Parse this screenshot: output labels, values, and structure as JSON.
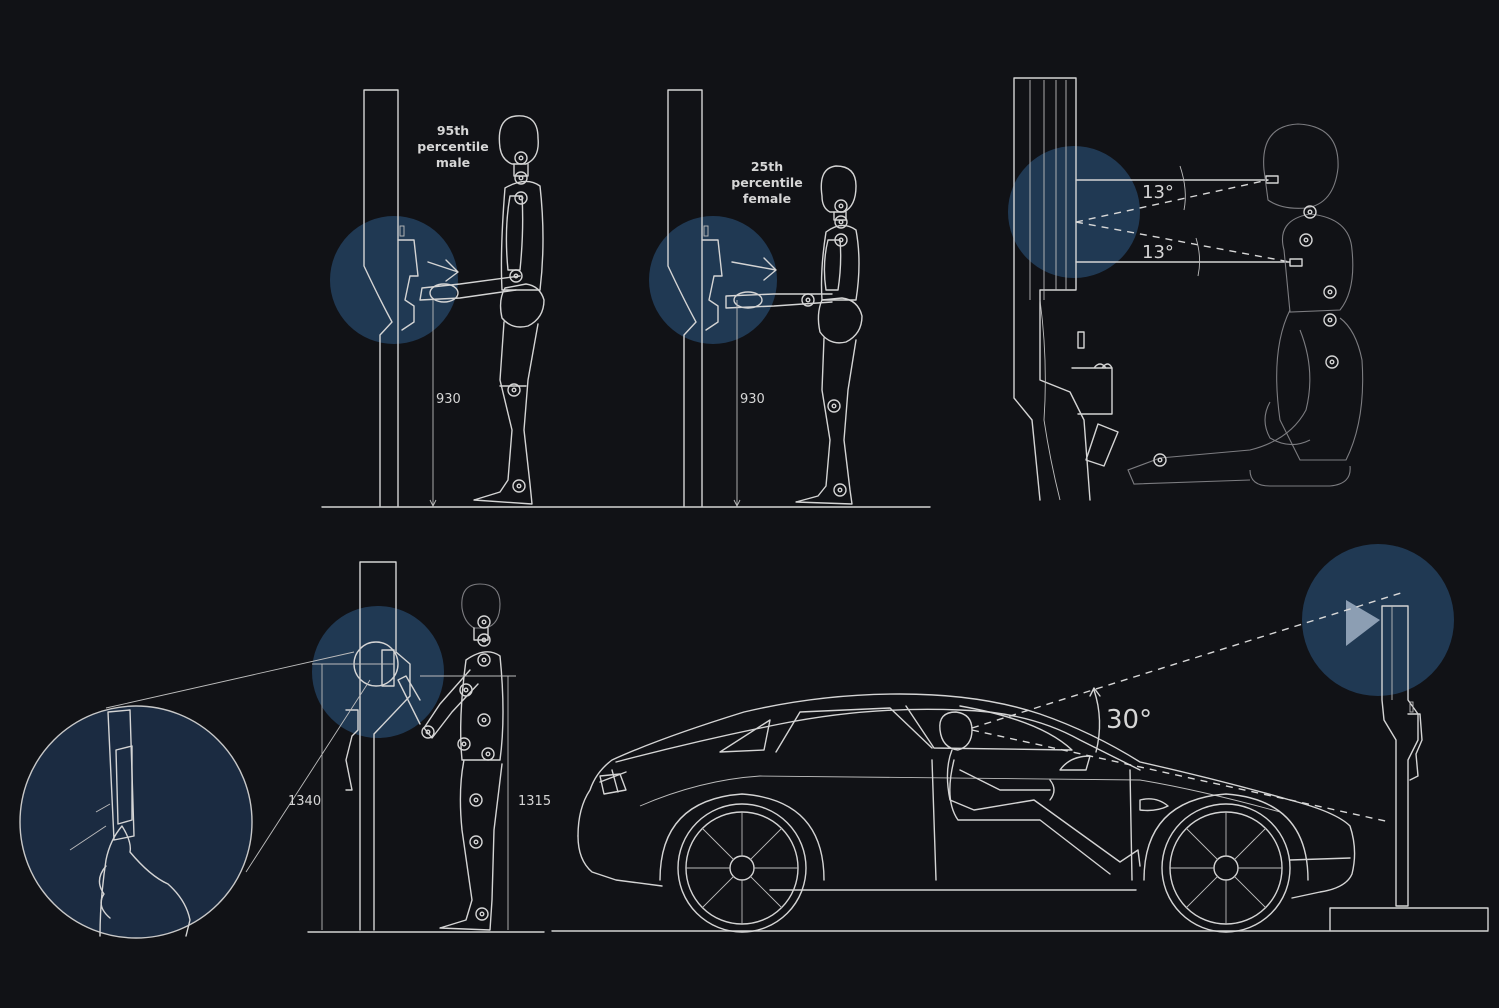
{
  "figure1": {
    "label": [
      "95th",
      "percentile",
      "male"
    ],
    "dimension": "930"
  },
  "figure2": {
    "label": [
      "25th",
      "percentile",
      "female"
    ],
    "dimension": "930"
  },
  "figure3": {
    "angle_top": "13°",
    "angle_bottom": "13°"
  },
  "figure4": {
    "dim_left": "1340",
    "dim_right": "1315"
  },
  "figure5": {
    "angle": "30°"
  },
  "colors": {
    "background": "#111216",
    "line": "#d4d4d4",
    "highlight": "#2e5a86"
  }
}
